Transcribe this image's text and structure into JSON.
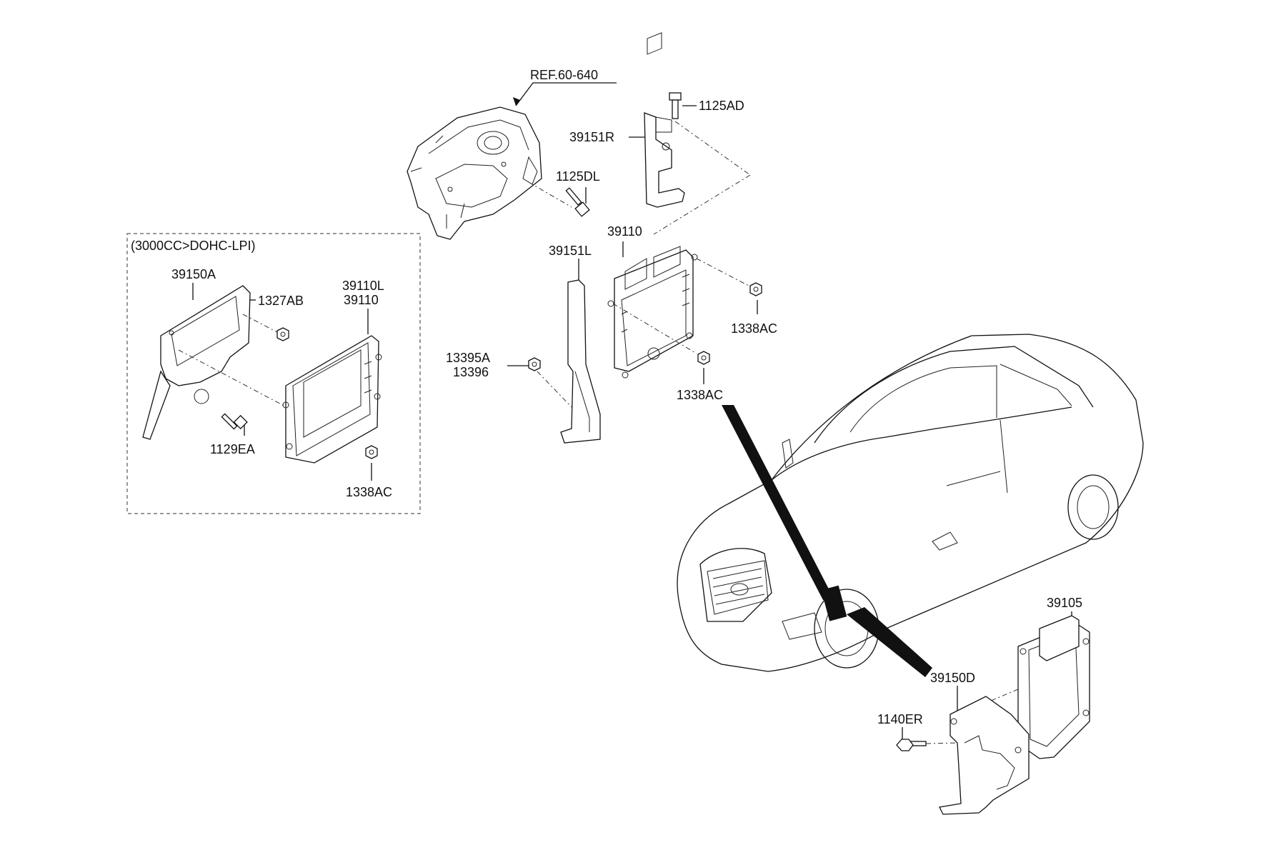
{
  "labels": {
    "ref": "REF.60-640",
    "p1125AD": "1125AD",
    "p39151R": "39151R",
    "p1125DL": "1125DL",
    "p39110_top": "39110",
    "p39151L": "39151L",
    "p1338AC_right": "1338AC",
    "p13395A": "13395A",
    "p13396": "13396",
    "p1338AC_center": "1338AC",
    "group_title": "(3000CC>DOHC-LPI)",
    "p39150A": "39150A",
    "p1327AB": "1327AB",
    "p39110L": "39110L",
    "p39110_left": "39110",
    "p1129EA": "1129EA",
    "p1338AC_left": "1338AC",
    "p39105": "39105",
    "p39150D": "39150D",
    "p1140ER": "1140ER"
  },
  "icons": [
    "ecu-module-icon",
    "bracket-icon",
    "bolt-icon",
    "nut-icon",
    "vehicle-icon",
    "fender-panel-icon"
  ]
}
